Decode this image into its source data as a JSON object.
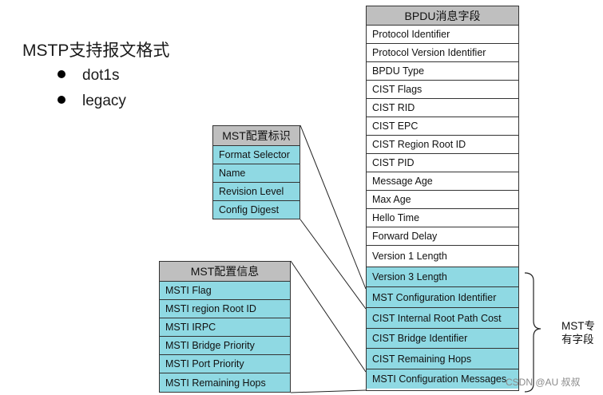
{
  "title": "MSTP支持报文格式",
  "bullets": [
    "dot1s",
    "legacy"
  ],
  "bpdu_table": {
    "header": "BPDU消息字段",
    "fields": [
      "Protocol Identifier",
      "Protocol Version Identifier",
      "BPDU Type",
      "CIST Flags",
      "CIST RID",
      "CIST EPC",
      "CIST Region Root ID",
      "CIST PID",
      "Message Age",
      "Max Age",
      "Hello Time",
      "Forward Delay",
      "Version 1 Length",
      "Version 3 Length",
      "MST Configuration Identifier",
      "CIST Internal Root Path Cost",
      "CIST Bridge Identifier",
      "CIST Remaining Hops",
      "MSTI Configuration Messages"
    ]
  },
  "config_id_table": {
    "header": "MST配置标识",
    "fields": [
      "Format Selector",
      "Name",
      "Revision Level",
      "Config Digest"
    ]
  },
  "config_info_table": {
    "header": "MST配置信息",
    "fields": [
      "MSTI Flag",
      "MSTI region Root ID",
      "MSTI IRPC",
      "MSTI Bridge Priority",
      "MSTI Port Priority",
      "MSTI Remaining Hops"
    ]
  },
  "side_label": [
    "MST专",
    "有字段"
  ],
  "watermark": "CSDN @AU 叔叔",
  "colors": {
    "highlight": "#8fd9e3",
    "header": "#bfbfbf"
  }
}
